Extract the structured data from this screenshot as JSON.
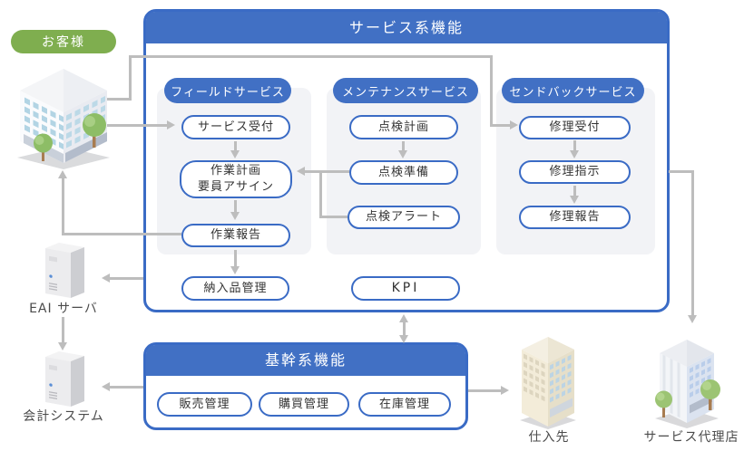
{
  "customer": {
    "label": "お客様"
  },
  "service": {
    "title": "サービス系機能",
    "kpi": "KPI",
    "columns": [
      {
        "header": "フィールドサービス",
        "items": [
          "サービス受付",
          "作業計画\n要員アサイン",
          "作業報告",
          "納入品管理"
        ]
      },
      {
        "header": "メンテナンスサービス",
        "items": [
          "点検計画",
          "点検準備",
          "点検アラート"
        ]
      },
      {
        "header": "センドバックサービス",
        "items": [
          "修理受付",
          "修理指示",
          "修理報告"
        ]
      }
    ]
  },
  "core": {
    "title": "基幹系機能",
    "items": [
      "販売管理",
      "購買管理",
      "在庫管理"
    ]
  },
  "external": {
    "eai_server": "EAI サーバ",
    "accounting": "会計システム",
    "supplier": "仕入先",
    "agency": "サービス代理店"
  },
  "colors": {
    "accent_blue": "#4170c4",
    "customer_green": "#7fae4f",
    "connector_gray": "#bdbdbd"
  }
}
